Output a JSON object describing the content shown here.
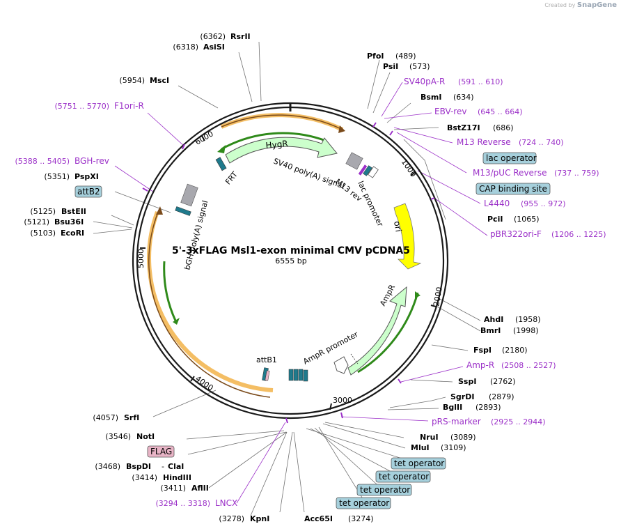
{
  "credit": {
    "prefix": "Created by",
    "brand": "SnapGene"
  },
  "plasmid": {
    "name": "5'-3xFLAG Msl1-exon minimal CMV pCDNA5",
    "size": "6555 bp"
  },
  "ticks": [
    "1000",
    "2000",
    "3000",
    "4000",
    "5000",
    "6000"
  ],
  "features": {
    "hygr": "HygR",
    "frt": "FRT",
    "sv40": "SV40 poly(A) signal",
    "m13rev": "M13 rev",
    "lacpromoter": "lac promoter",
    "ori": "ori",
    "ampr": "AmpR",
    "amprpromoter": "AmpR promoter",
    "attb1": "attB1",
    "bgh": "bGH poly(A) signal"
  },
  "sites": [
    {
      "name": "RsrII",
      "pos": "(6362)"
    },
    {
      "name": "AsiSI",
      "pos": "(6318)"
    },
    {
      "name": "MscI",
      "pos": "(5954)"
    },
    {
      "name": "PfoI",
      "pos": "(489)"
    },
    {
      "name": "PsiI",
      "pos": "(573)"
    },
    {
      "name": "BsmI",
      "pos": "(634)"
    },
    {
      "name": "BstZ17I",
      "pos": "(686)"
    },
    {
      "name": "PciI",
      "pos": "(1065)"
    },
    {
      "name": "PspXI",
      "pos": "(5351)"
    },
    {
      "name": "BstEII",
      "pos": "(5125)"
    },
    {
      "name": "Bsu36I",
      "pos": "(5121)"
    },
    {
      "name": "EcoRI",
      "pos": "(5103)"
    },
    {
      "name": "AhdI",
      "pos": "(1958)"
    },
    {
      "name": "BmrI",
      "pos": "(1998)"
    },
    {
      "name": "FspI",
      "pos": "(2180)"
    },
    {
      "name": "SspI",
      "pos": "(2762)"
    },
    {
      "name": "SgrDI",
      "pos": "(2879)"
    },
    {
      "name": "BglII",
      "pos": "(2893)"
    },
    {
      "name": "NruI",
      "pos": "(3089)"
    },
    {
      "name": "MluI",
      "pos": "(3109)"
    },
    {
      "name": "SrfI",
      "pos": "(4057)"
    },
    {
      "name": "NotI",
      "pos": "(3546)"
    },
    {
      "name": "BspDI",
      "pos": "(3468)"
    },
    {
      "name": "ClaI",
      "pos": ""
    },
    {
      "name": "HindIII",
      "pos": "(3414)"
    },
    {
      "name": "AflII",
      "pos": "(3411)"
    },
    {
      "name": "KpnI",
      "pos": "(3278)"
    },
    {
      "name": "Acc65I",
      "pos": "(3274)"
    }
  ],
  "primers": [
    {
      "name": "SV40pA-R",
      "range": "(591 .. 610)"
    },
    {
      "name": "EBV-rev",
      "range": "(645 .. 664)"
    },
    {
      "name": "M13 Reverse",
      "range": "(724 .. 740)"
    },
    {
      "name": "M13/pUC Reverse",
      "range": "(737 .. 759)"
    },
    {
      "name": "L4440",
      "range": "(955 .. 972)"
    },
    {
      "name": "pBR322ori-F",
      "range": "(1206 .. 1225)"
    },
    {
      "name": "F1ori-R",
      "range": "(5751 .. 5770)"
    },
    {
      "name": "BGH-rev",
      "range": "(5388 .. 5405)"
    },
    {
      "name": "Amp-R",
      "range": "(2508 .. 2527)"
    },
    {
      "name": "pRS-marker",
      "range": "(2925 .. 2944)"
    },
    {
      "name": "LNCX",
      "range": "(3294 .. 3318)"
    }
  ],
  "boxes": [
    {
      "label": "lac operator"
    },
    {
      "label": "CAP binding site"
    },
    {
      "label": "attB2"
    },
    {
      "label": "FLAG"
    },
    {
      "label": "tet operator"
    },
    {
      "label": "tet operator"
    },
    {
      "label": "tet operator"
    },
    {
      "label": "tet operator"
    }
  ],
  "colors": {
    "site": "#000000",
    "primer": "#9b30c8",
    "box_fill": "#a6d0dc",
    "flag_fill": "#e8b4c6",
    "backbone": "#1a1a1a",
    "arrow_fill": "#ccffcc",
    "ori_fill": "#ffff00",
    "highlight": "#f0a830"
  }
}
